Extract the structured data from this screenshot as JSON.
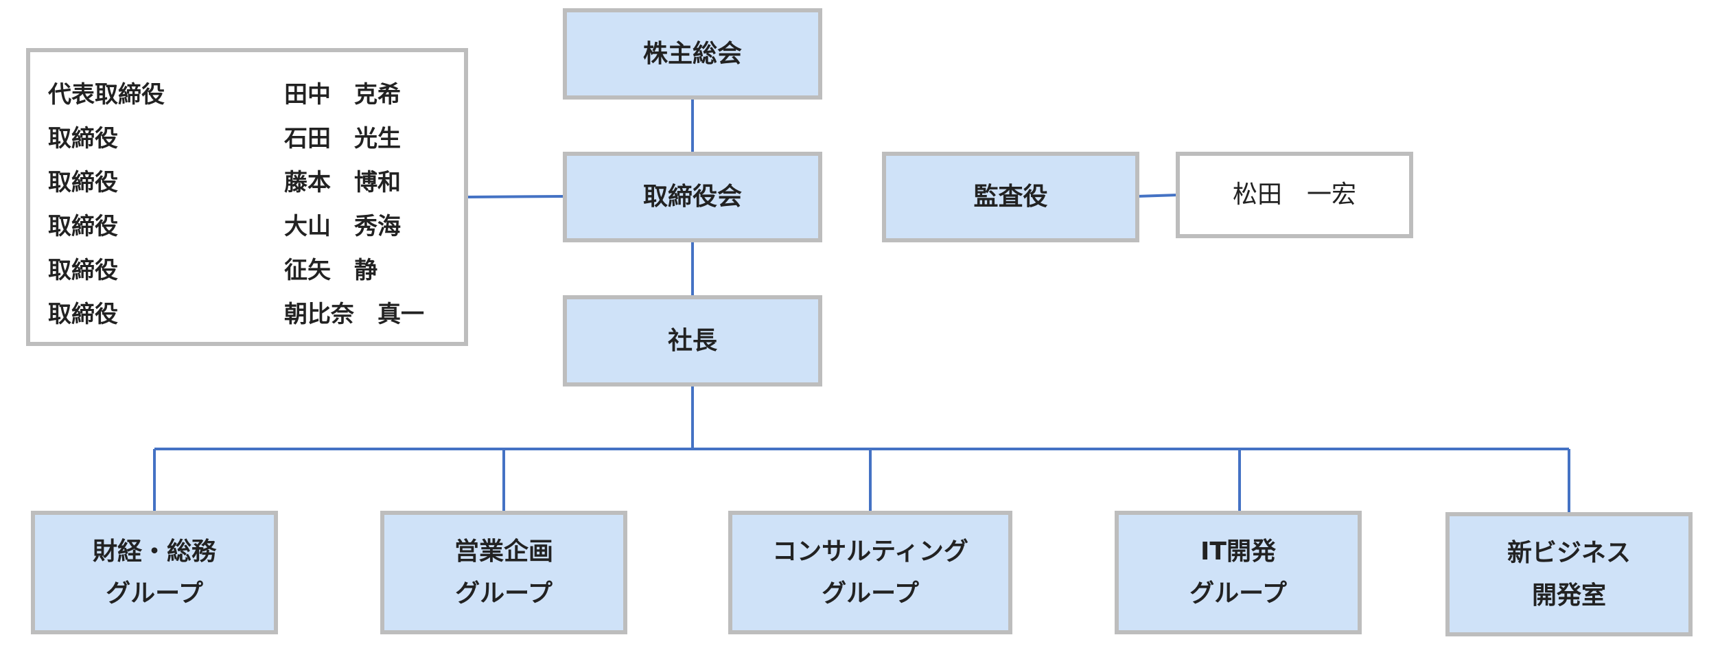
{
  "nodes": {
    "shareholders": "株主総会",
    "board": "取締役会",
    "auditor": "監査役",
    "auditor_name": "松田　一宏",
    "president": "社長",
    "groups": [
      {
        "line1": "財経・総務",
        "line2": "グループ"
      },
      {
        "line1": "営業企画",
        "line2": "グループ"
      },
      {
        "line1": "コンサルティング",
        "line2": "グループ"
      },
      {
        "line1": "IT開発",
        "line2": "グループ"
      },
      {
        "line1": "新ビジネス",
        "line2": "開発室"
      }
    ]
  },
  "board_members": [
    {
      "role": "代表取締役",
      "name": "田中　克希"
    },
    {
      "role": "取締役",
      "name": "石田　光生"
    },
    {
      "role": "取締役",
      "name": "藤本　博和"
    },
    {
      "role": "取締役",
      "name": "大山　秀海"
    },
    {
      "role": "取締役",
      "name": "征矢　静"
    },
    {
      "role": "取締役",
      "name": "朝比奈　真一"
    }
  ],
  "colors": {
    "node_fill": "#cfe2f8",
    "node_border": "#bdbdbd",
    "connector": "#4472c4"
  }
}
